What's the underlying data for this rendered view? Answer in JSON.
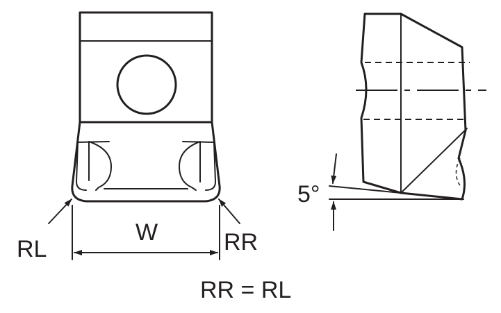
{
  "labels": {
    "rl": "RL",
    "rr": "RR",
    "width": "W",
    "angle": "5°",
    "equation": "RR = RL"
  }
}
